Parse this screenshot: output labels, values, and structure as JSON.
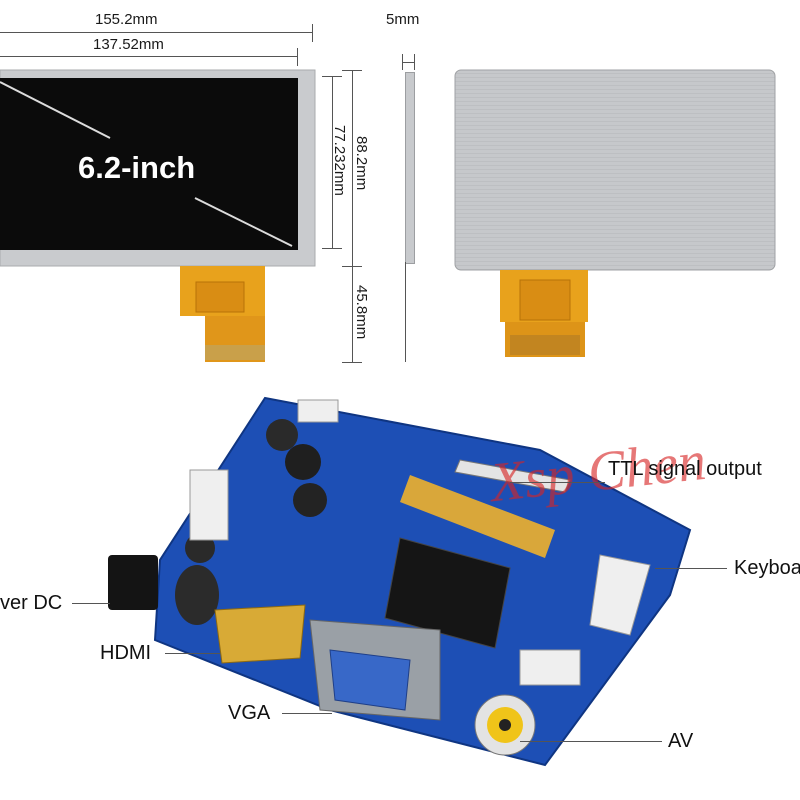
{
  "dimensions": {
    "outer_width": "155.2mm",
    "active_width": "137.52mm",
    "thickness": "5mm",
    "active_height": "77.232mm",
    "outer_height": "88.2mm",
    "fpc_length": "45.8mm"
  },
  "panel": {
    "size_label": "6.2-inch"
  },
  "board_labels": {
    "ttl": "TTL signal output",
    "keyboard": "Keyboa",
    "power": "ver DC",
    "hdmi": "HDMI",
    "vga": "VGA",
    "av": "AV"
  },
  "watermark": {
    "text": "Xsp Chen"
  },
  "colors": {
    "pcb": "#1d4fb5",
    "fpc": "#e8a21c",
    "screen": "#0c0c0c",
    "metal": "#c8cacd",
    "watermark": "#d72323"
  }
}
